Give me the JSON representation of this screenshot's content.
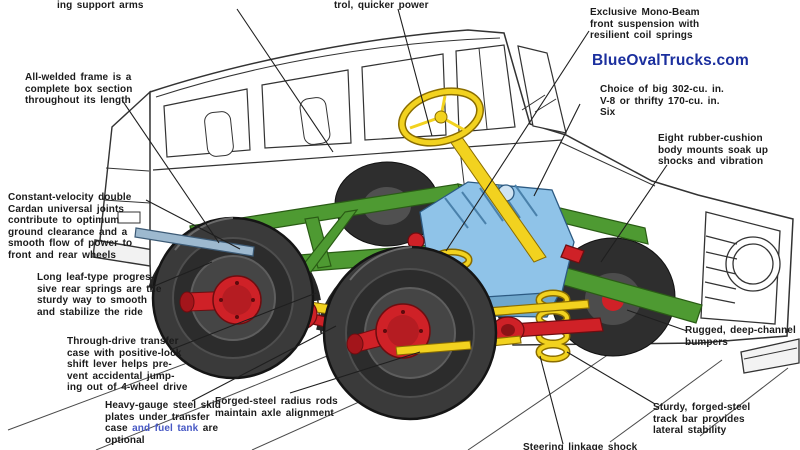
{
  "diagram": {
    "subject": "Ford Bronco cutaway chassis illustration with callout annotations",
    "colors": {
      "frame-green": "#4e9a32",
      "part-yellow": "#f2d21f",
      "part-red": "#cf2127",
      "engine-blue": "#8fc3e8",
      "steel-blue": "#9db9cf",
      "pink": "#e2a2c6",
      "tire-dark": "#3a3a3a",
      "line-ink": "#333333",
      "brand-blue": "#1b2f9e",
      "link-blue": "#4758c4"
    }
  },
  "watermark": {
    "text": "BlueOvalTrucks.com"
  },
  "labels": {
    "support_arms": "ing support arms",
    "quicker_power": "trol, quicker power",
    "mono_beam": "Exclusive Mono-Beam\nfront suspension with\nresilient coil springs",
    "engine_choice": "Choice of big 302-cu. in.\nV-8 or thrifty 170-cu. in.\nSix",
    "body_mounts": "Eight rubber-cushion\nbody mounts soak up\nshocks and vibration",
    "welded_frame": "All-welded frame is a\ncomplete box section\nthroughout its length",
    "cardan_joints": "Constant-velocity double\nCardan universal joints\ncontribute to optimum\nground clearance and a\nsmooth flow of power to\nfront and rear wheels",
    "rear_springs": "Long leaf-type progres-\nsive rear springs are the\nsturdy way to smooth\nand stabilize the ride",
    "transfer_case": "Through-drive transfer\ncase with positive-lock\nshift lever helps pre-\nvent accidental jump-\ning out of 4-wheel drive",
    "skid_plates_l1": "Heavy-gauge steel skid\nplates under transfer\n",
    "skid_plates_pre": "case ",
    "skid_plates_blue": "and fuel tank",
    "skid_plates_post": " are\noptional",
    "radius_rods": "Forged-steel radius rods\nmaintain axle alignment",
    "steering_damper": "Steering linkage shock",
    "bumpers": "Rugged, deep-channel\nbumpers",
    "track_bar": "Sturdy, forged-steel\ntrack bar provides\nlateral stability"
  }
}
